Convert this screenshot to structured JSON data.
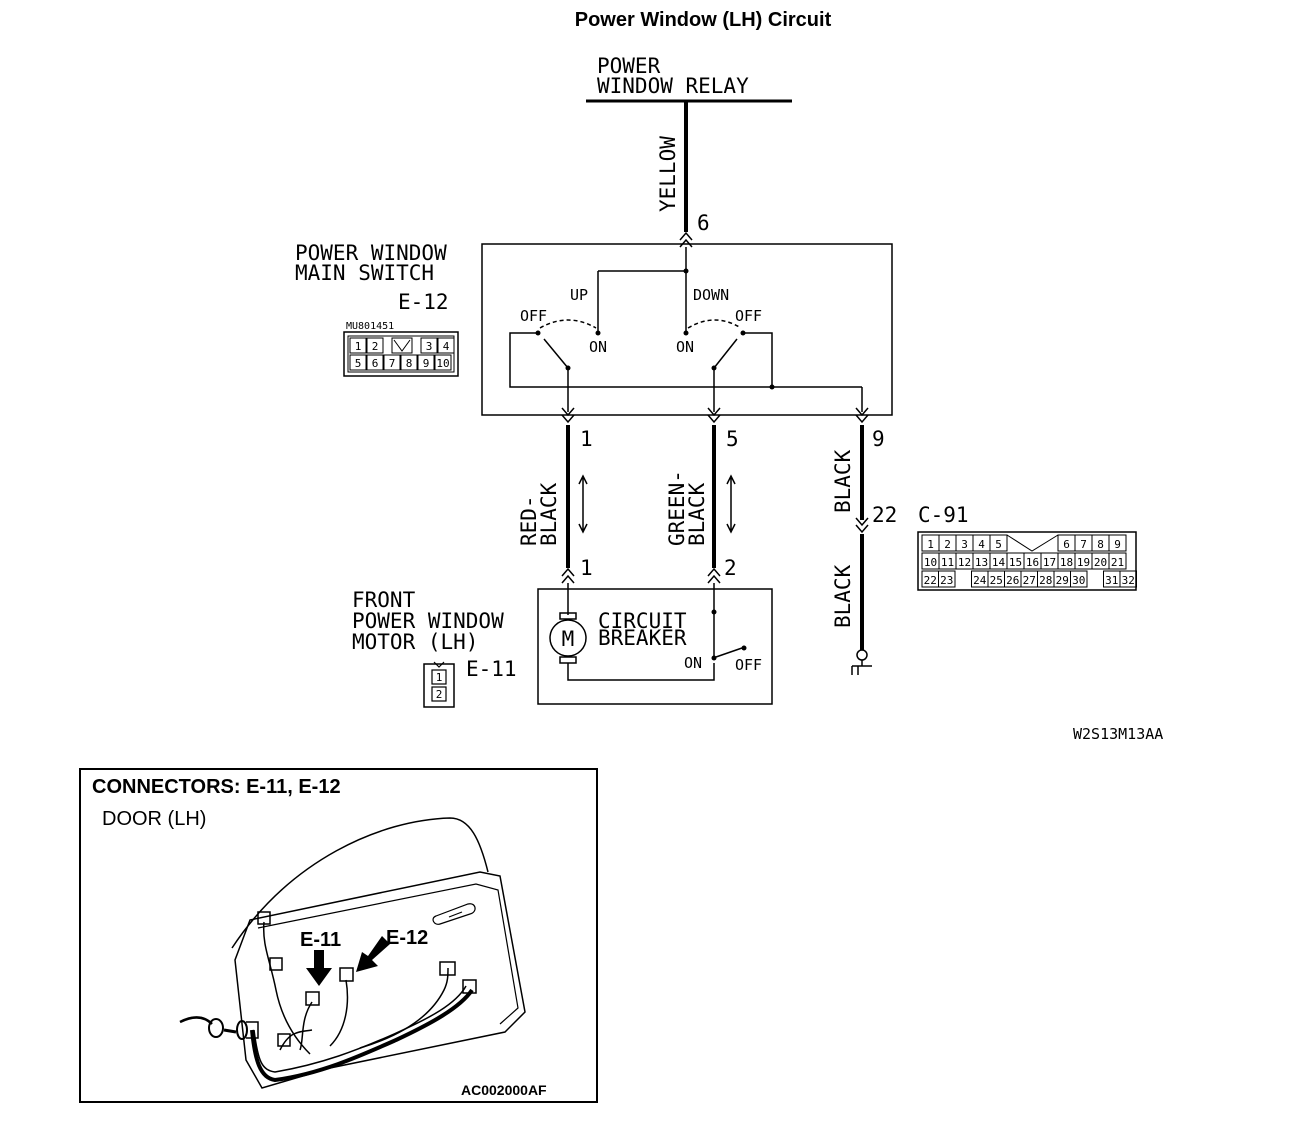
{
  "title": "Power Window (LH) Circuit",
  "relay": {
    "line1": "POWER",
    "line2": "WINDOW RELAY"
  },
  "wires": {
    "yellow": "YELLOW",
    "red_black_1": "RED-",
    "red_black_2": "BLACK",
    "green_black_1": "GREEN-",
    "green_black_2": "BLACK",
    "black_upper": "BLACK",
    "black_lower": "BLACK"
  },
  "main_switch": {
    "line1": "POWER WINDOW",
    "line2": "MAIN SWITCH",
    "connector": "E-12",
    "part_no": "MU801451",
    "pins_row1": [
      "1",
      "2",
      "",
      "3",
      "4"
    ],
    "pins_row2": [
      "5",
      "6",
      "7",
      "8",
      "9",
      "10"
    ],
    "up": "UP",
    "down": "DOWN",
    "off_left": "OFF",
    "on_left": "ON",
    "on_right": "ON",
    "off_right": "OFF"
  },
  "pins": {
    "relay_pin": "6",
    "sw_pin_red": "1",
    "sw_pin_green": "5",
    "sw_pin_black": "9",
    "motor_pin_red": "1",
    "motor_pin_green": "2",
    "c91_pin": "22"
  },
  "c91": {
    "label": "C-91",
    "row1": [
      "1",
      "2",
      "3",
      "4",
      "5",
      "",
      "",
      "",
      "6",
      "7",
      "8",
      "9"
    ],
    "row2": [
      "10",
      "11",
      "12",
      "13",
      "14",
      "15",
      "16",
      "17",
      "18",
      "19",
      "20",
      "21"
    ],
    "row3": [
      "22",
      "23",
      "",
      "24",
      "25",
      "26",
      "27",
      "28",
      "29",
      "30",
      "",
      "31",
      "32"
    ]
  },
  "motor": {
    "line1": "FRONT",
    "line2": "POWER WINDOW",
    "line3": "MOTOR (LH)",
    "connector": "E-11",
    "pins": [
      "1",
      "2"
    ],
    "symbol": "M",
    "breaker_line1": "CIRCUIT",
    "breaker_line2": "BREAKER",
    "breaker_on": "ON",
    "breaker_off": "OFF"
  },
  "figure_code": "W2S13M13AA",
  "connectors_box": {
    "heading": "CONNECTORS: E-11, E-12",
    "sub": "DOOR (LH)",
    "e11": "E-11",
    "e12": "E-12",
    "code": "AC002000AF"
  }
}
